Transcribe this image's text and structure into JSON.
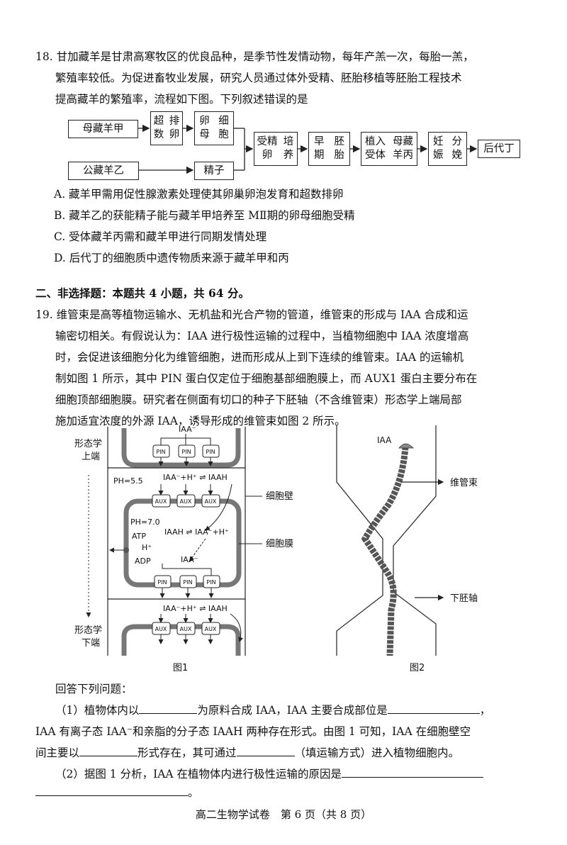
{
  "q18": {
    "line1": "18. 甘加藏羊是甘肃高寒牧区的优良品种，是季节性发情动物，每年产羔一次，每胎一羔，",
    "line2": "繁殖率较低。为促进畜牧业发展，研究人员通过体外受精、胚胎移植等胚胎工程技术",
    "line3": "提高藏羊的繁殖率，流程如下图。下列叙述错误的是",
    "flow": {
      "mother": "母藏羊甲",
      "super": [
        "超数",
        "排卵"
      ],
      "oocyte": [
        "卵母",
        "细胞"
      ],
      "father": "公藏羊乙",
      "sperm": "精子",
      "fert": [
        "受精卵",
        "培养"
      ],
      "embryo": [
        "早期",
        "胚胎"
      ],
      "implant": [
        "植入受体",
        "母藏羊丙"
      ],
      "preg": [
        "妊娠",
        "分娩"
      ],
      "offspring": "后代丁"
    },
    "options": [
      "A. 藏羊甲需用促性腺激素处理使其卵巢卵泡发育和超数排卵",
      "B. 藏羊乙的获能精子能与藏羊甲培养至 MⅡ期的卵母细胞受精",
      "C. 受体藏羊丙需和藏羊甲进行同期发情处理",
      "D. 后代丁的细胞质中遗传物质来源于藏羊甲和丙"
    ]
  },
  "section2": "二、非选择题：本题共 4 小题，共 64 分。",
  "q19": {
    "lines": [
      "19. 维管束是高等植物运输水、无机盐和光合产物的管道，维管束的形成与 IAA 合成和运",
      "输密切相关。有假说认为：IAA 进行极性运输的过程中，当植物细胞中 IAA 浓度增高",
      "时，会促进该细胞分化为维管细胞，进而形成从上到下连续的维管束。IAA 的运输机",
      "制如图 1 所示，其中 PIN 蛋白仅定位于细胞基部细胞膜上，而 AUX1 蛋白主要分布在",
      "细胞顶部细胞膜。研究者在侧面有切口的种子下胚轴（不含维管束）形态学上端局部",
      "施加适宜浓度的外源 IAA，诱导形成的维管束如图 2 所示。"
    ],
    "fig1": {
      "caption": "图1",
      "top_label": [
        "形态学",
        "上端"
      ],
      "bottom_label": [
        "形态学",
        "下端"
      ],
      "iaa": "IAA⁻",
      "pin": "PIN",
      "aux": "AUX",
      "ph_out": "PH=5.5",
      "ph_in": "PH=7.0",
      "eq_out": "IAA⁻+H⁺ ⇌ IAAH",
      "eq_in": "IAAH ⇌ IAA⁻+H⁺",
      "atp": "ATP",
      "hplus": "H⁺",
      "adp": "ADP",
      "cell_wall": "细胞壁",
      "cell_membrane": "细胞膜"
    },
    "fig2": {
      "caption": "图2",
      "iaa": "IAA",
      "bundle": "维管束",
      "hypocotyl": "下胚轴"
    },
    "answer_intro": "回答下列问题：",
    "p1_a": "（1）植物体内以",
    "p1_b": "为原料合成 IAA，IAA 主要合成部位是",
    "p1_c": "，",
    "p1_line2_a": "IAA 有离子态 IAA⁻和亲脂的分子态 IAAH 两种存在形式。由图 1 可知，IAA 在细胞壁空",
    "p1_line3_a": "间主要以",
    "p1_line3_b": "形式存在，其可通过",
    "p1_line3_c": "（填运输方式）进入植物细胞内。",
    "p2_a": "（2）据图 1 分析，IAA 在植物体内进行极性运输的原因是",
    "p2_end": "。"
  },
  "footer": "高二生物学试卷　第 6 页（共 8 页）"
}
